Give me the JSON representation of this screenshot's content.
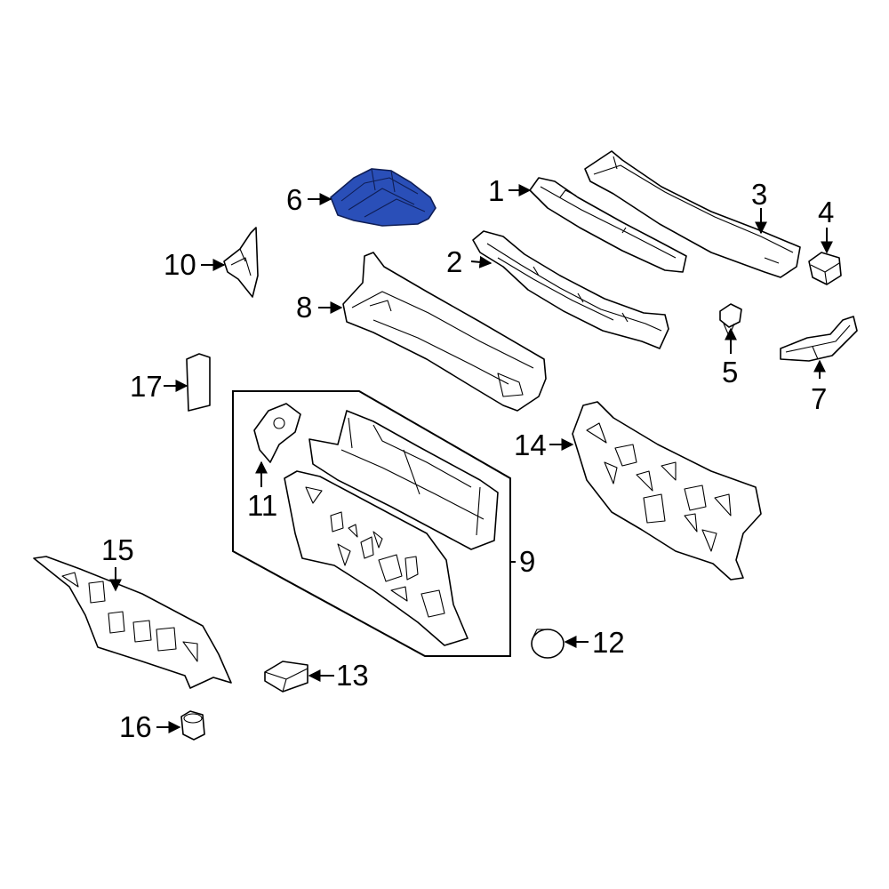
{
  "highlight_color": "#2a4fb8",
  "callouts": {
    "p1": "1",
    "p2": "2",
    "p3": "3",
    "p4": "4",
    "p5": "5",
    "p6": "6",
    "p7": "7",
    "p8": "8",
    "p9": "9",
    "p10": "10",
    "p11": "11",
    "p12": "12",
    "p13": "13",
    "p14": "14",
    "p15": "15",
    "p16": "16",
    "p17": "17"
  }
}
